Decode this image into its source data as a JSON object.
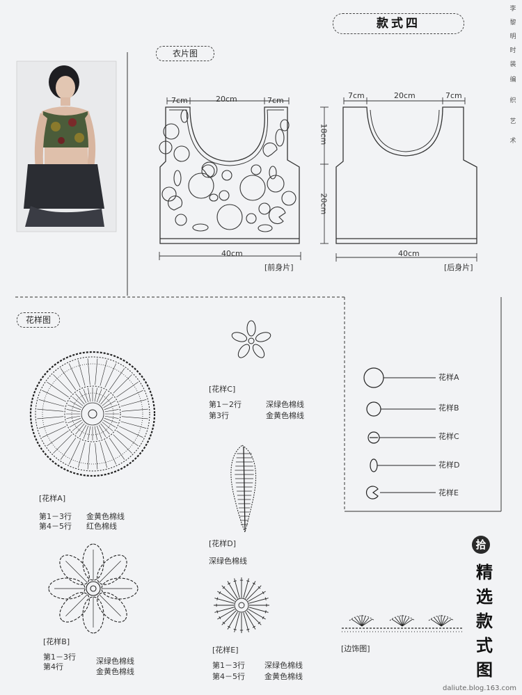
{
  "header": {
    "title": "款式四",
    "side_chars": [
      "李",
      "黎",
      "明",
      "时",
      "装",
      "编",
      "织",
      "艺",
      "术"
    ]
  },
  "pieces_section": {
    "label": "衣片图",
    "front": {
      "dims_top": [
        "7cm",
        "20cm",
        "7cm"
      ],
      "height_upper": "18cm",
      "height_lower": "20cm",
      "width": "40cm",
      "caption": "[前身片]"
    },
    "back": {
      "dims_top": [
        "7cm",
        "20cm",
        "7cm"
      ],
      "width": "40cm",
      "caption": "[后身片]"
    }
  },
  "patterns_section": {
    "label": "花样图",
    "A": {
      "title": "[花样A]",
      "rows": [
        {
          "rows": "第1－3行",
          "yarn": "金黄色棉线"
        },
        {
          "rows": "第4－5行",
          "yarn": "红色棉线"
        }
      ]
    },
    "B": {
      "title": "[花样B]",
      "rows": [
        {
          "rows": "第1－3行",
          "yarn": "深绿色棉线"
        },
        {
          "rows": "第4行",
          "yarn": "金黄色棉线"
        }
      ]
    },
    "C": {
      "title": "[花样C]",
      "rows": [
        {
          "rows": "第1－2行",
          "yarn": "深绿色棉线"
        },
        {
          "rows": "第3行",
          "yarn": "金黄色棉线"
        }
      ]
    },
    "D": {
      "title": "[花样D]",
      "yarn": "深绿色棉线"
    },
    "E": {
      "title": "[花样E]",
      "rows": [
        {
          "rows": "第1－3行",
          "yarn": "深绿色棉线"
        },
        {
          "rows": "第4－5行",
          "yarn": "金黄色棉线"
        }
      ]
    },
    "edging": {
      "caption": "[边饰图]"
    }
  },
  "legend": [
    "花样A",
    "花样B",
    "花样C",
    "花样D",
    "花样E"
  ],
  "vertical_title": {
    "badge": "拾",
    "chars": [
      "精",
      "选",
      "款",
      "式",
      "图"
    ]
  },
  "watermark": "daliute.blog.163.com"
}
